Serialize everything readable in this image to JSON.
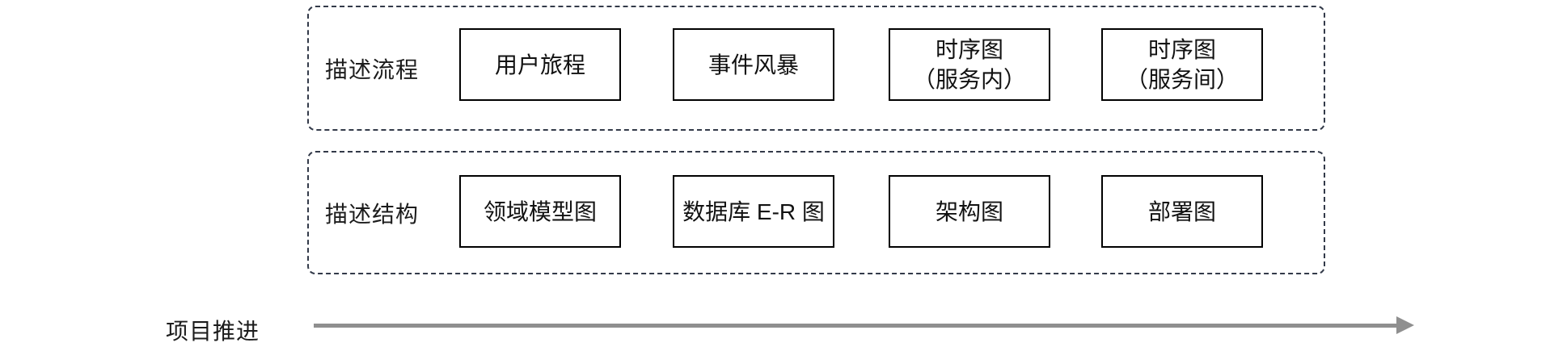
{
  "diagram": {
    "rows": [
      {
        "id": "flow",
        "label": "描述流程",
        "boxes": [
          {
            "line1": "用户旅程"
          },
          {
            "line1": "事件风暴"
          },
          {
            "line1": "时序图",
            "line2": "（服务内）"
          },
          {
            "line1": "时序图",
            "line2": "（服务间）"
          }
        ]
      },
      {
        "id": "structure",
        "label": "描述结构",
        "boxes": [
          {
            "line1": "领域模型图"
          },
          {
            "line1": "数据库 E-R 图"
          },
          {
            "line1": "架构图"
          },
          {
            "line1": "部署图"
          }
        ]
      }
    ],
    "timeline": {
      "label": "项目推进"
    },
    "colors": {
      "dashed_border": "#333a49",
      "box_border": "#000000",
      "text": "#1c1c1c",
      "arrow": "#8f8f8f",
      "background": "#ffffff"
    }
  }
}
